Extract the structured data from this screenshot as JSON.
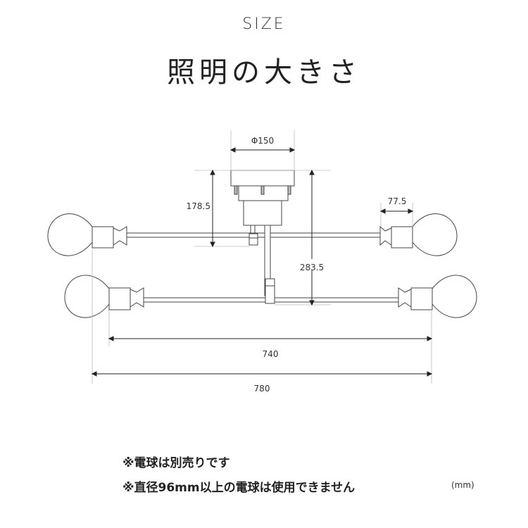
{
  "header": {
    "subtitle": "SIZE",
    "title": "照明の大きさ"
  },
  "dimensions": {
    "canopy_diameter": "Φ150",
    "upper_arm_height": "178.5",
    "total_height": "283.5",
    "socket_length": "77.5",
    "inner_width": "740",
    "total_width": "780"
  },
  "notes": [
    "※電球は別売りです",
    "※直径96mm以上の電球は使用できません"
  ],
  "unit": "(mm)"
}
